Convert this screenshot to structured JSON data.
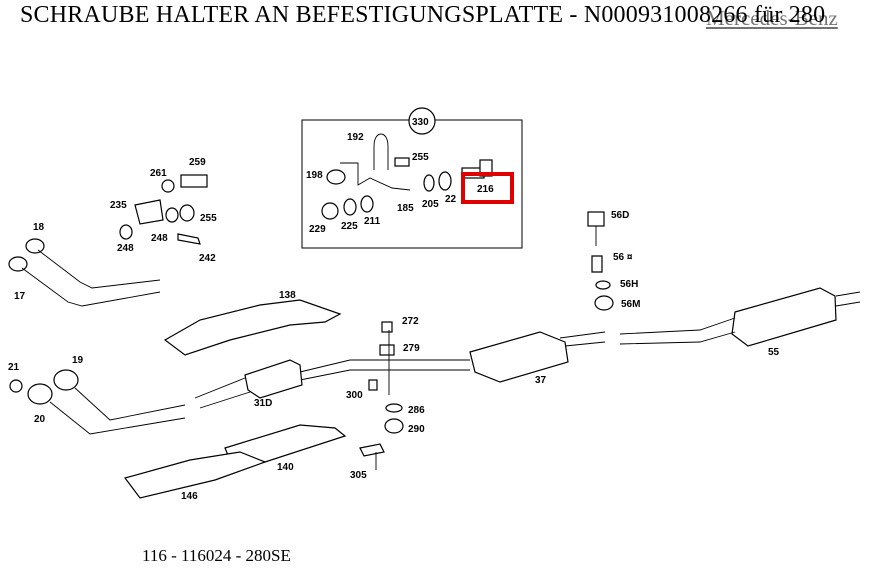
{
  "page": {
    "title": "SCHRAUBE HALTER AN BEFESTIGUNGSPLATTE - N000931008266 für 280",
    "title_overlay": "Mercedes-Benz",
    "footer": "116 - 116024 - 280SE"
  },
  "diagram": {
    "labels": {
      "l330": "330",
      "l192": "192",
      "l255a": "255",
      "l198": "198",
      "l216": "216",
      "l229": "229",
      "l225": "225",
      "l211": "211",
      "l185": "185",
      "l205": "205",
      "l22": "22",
      "l259": "259",
      "l261": "261",
      "l235": "235",
      "l255b": "255",
      "l248a": "248",
      "l248b": "248",
      "l242": "242",
      "l18": "18",
      "l17": "17",
      "l138": "138",
      "l272": "272",
      "l279": "279",
      "l56d": "56D",
      "l56q": "56 ¤",
      "l56h": "56H",
      "l56m": "56M",
      "l55": "55",
      "l37": "37",
      "l21": "21",
      "l19": "19",
      "l20": "20",
      "l31d": "31D",
      "l300": "300",
      "l286": "286",
      "l290": "290",
      "l140": "140",
      "l305": "305",
      "l146": "146"
    },
    "highlight_color": "#e00000"
  }
}
